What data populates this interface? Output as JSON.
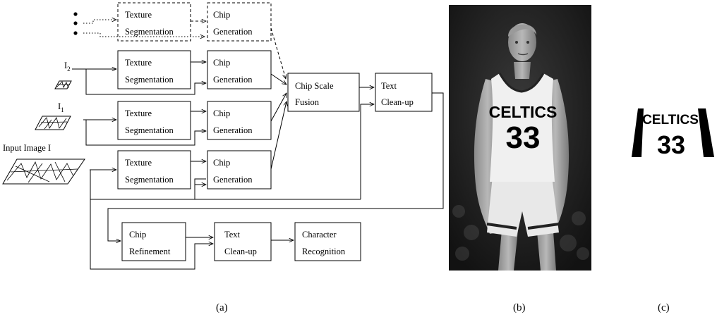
{
  "panel_a": {
    "caption": "(a)",
    "input_labels": {
      "i2": "I",
      "i2_sub": "2",
      "i1": "I",
      "i1_sub": "1",
      "input": "Input Image  I"
    },
    "texture_line1": "Texture",
    "texture_line2": "Segmentation",
    "chip_line1": "Chip",
    "chip_line2": "Generation",
    "fusion_line1": "Chip Scale",
    "fusion_line2": "Fusion",
    "cleanup_line1": "Text",
    "cleanup_line2": "Clean-up",
    "refine_line1": "Chip",
    "refine_line2": "Refinement",
    "cleanup2_line1": "Text",
    "cleanup2_line2": "Clean-up",
    "recog_line1": "Character",
    "recog_line2": "Recognition"
  },
  "panel_b": {
    "caption": "(b)",
    "jersey_text": "CELTICS",
    "jersey_number": "33"
  },
  "panel_c": {
    "caption": "(c)",
    "text": "CELTICS",
    "number": "33"
  }
}
